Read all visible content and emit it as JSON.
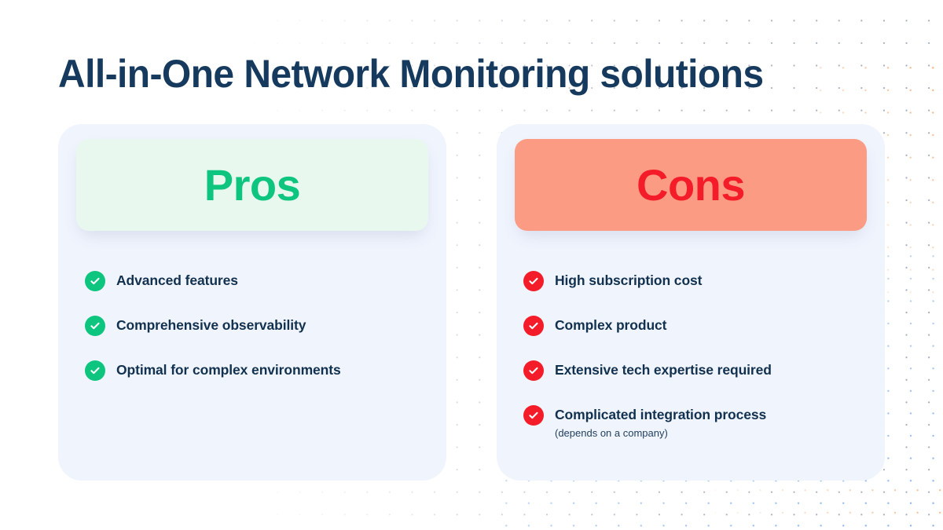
{
  "page": {
    "title": "All-in-One Network Monitoring solutions",
    "background_color": "#ffffff",
    "title_color": "#163A5E"
  },
  "cards": [
    {
      "id": "pros",
      "header_label": "Pros",
      "header_background": "#e8f8ef",
      "header_text_color": "#0ec57f",
      "card_background": "#f0f4fd",
      "icon_name": "check-circle-icon",
      "icon_color": "#0ec57f",
      "items": [
        {
          "label": "Advanced features",
          "note": ""
        },
        {
          "label": "Comprehensive observability",
          "note": ""
        },
        {
          "label": "Optimal for complex environments",
          "note": ""
        }
      ]
    },
    {
      "id": "cons",
      "header_label": "Cons",
      "header_background": "#fc9b84",
      "header_text_color": "#f41c28",
      "card_background": "#f0f4fd",
      "icon_name": "check-circle-icon",
      "icon_color": "#f41c28",
      "items": [
        {
          "label": "High subscription cost",
          "note": ""
        },
        {
          "label": "Complex product",
          "note": ""
        },
        {
          "label": "Extensive tech expertise required",
          "note": ""
        },
        {
          "label": "Complicated integration process",
          "note": "(depends on a company)"
        }
      ]
    }
  ],
  "decoration": {
    "dot_grid_colors": [
      "#3c4864",
      "#5a96eb",
      "#f69650"
    ]
  }
}
